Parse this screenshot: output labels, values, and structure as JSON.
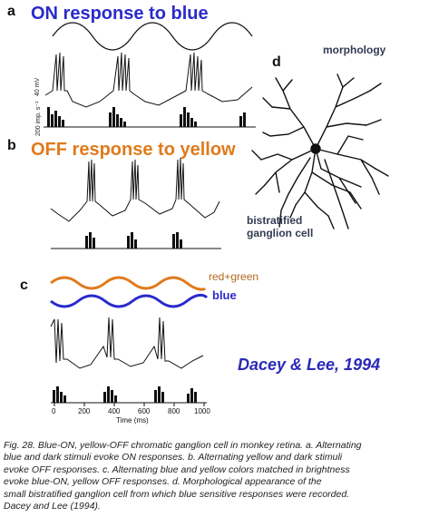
{
  "panels": {
    "a": {
      "letter": "a",
      "title": "ON response to blue",
      "y_label_voltage": "40 mV",
      "y_label_rate": "200 imp. s⁻¹"
    },
    "b": {
      "letter": "b",
      "title": "OFF response to yellow"
    },
    "c": {
      "letter": "c",
      "legend_red_green": "red+green",
      "legend_blue": "blue"
    },
    "d": {
      "letter": "d",
      "label_top": "morphology",
      "label_cell_1": "bistratified",
      "label_cell_2": "ganglion cell"
    }
  },
  "credit": "Dacey & Lee, 1994",
  "time_axis": {
    "ticks": [
      "0",
      "200",
      "400",
      "600",
      "800",
      "1000"
    ],
    "label": "Time (ms)"
  },
  "caption": {
    "lines": [
      "Fig. 28. Blue-ON, yellow-OFF chromatic ganglion cell in monkey retina. a. Alternating",
      " blue and dark stimuli evoke ON responses. b. Alternating yellow and dark stimuli",
      " evoke OFF responses. c. Alternating blue and yellow colors matched in brightness",
      "evoke blue-ON, yellow OFF responses. d.   Morphological appearance of the",
      "small bistratified ganglion cell from which blue sensitive responses were recorded.",
      "Dacey and Lee (1994)."
    ]
  },
  "colors": {
    "blue": "#2a2acc",
    "orange": "#e07a1a",
    "ink": "#111111"
  }
}
